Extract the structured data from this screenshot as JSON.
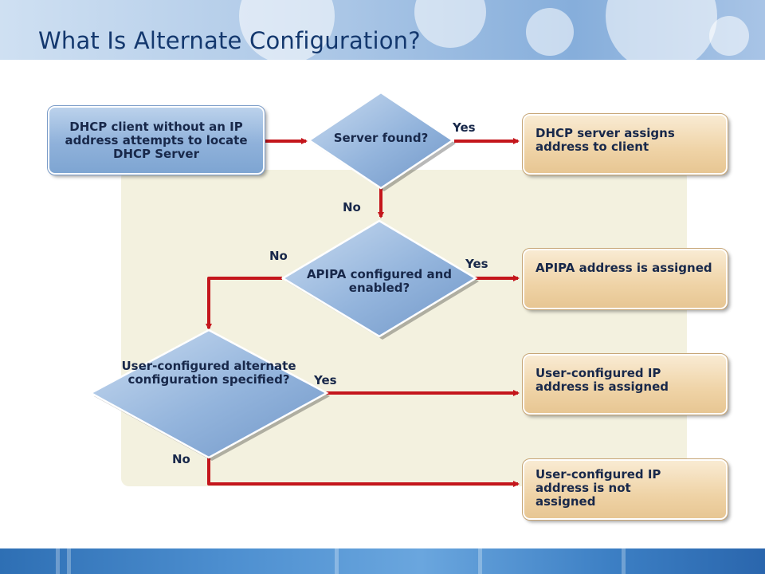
{
  "title": "What Is Alternate Configuration?",
  "nodes": {
    "start": "DHCP client without an IP address attempts to locate DHCP Server",
    "q_server": "Server found?",
    "q_apipa": "APIPA configured and enabled?",
    "q_alternate": "User-configured alternate configuration specified?",
    "r_dhcp": "DHCP server assigns address to client",
    "r_apipa": "APIPA address is assigned",
    "r_user_assigned": "User-configured IP address is assigned",
    "r_user_not_assigned": "User-configured IP address is not assigned"
  },
  "edge_labels": {
    "server_yes": "Yes",
    "server_no": "No",
    "apipa_no": "No",
    "apipa_yes": "Yes",
    "alternate_yes": "Yes",
    "alternate_no": "No"
  },
  "colors": {
    "title": "#14386e",
    "arrow": "#c4161c",
    "decision_fill": "#8fb1da",
    "result_fill": "#efd3a6",
    "panel": "#f3f1df"
  }
}
